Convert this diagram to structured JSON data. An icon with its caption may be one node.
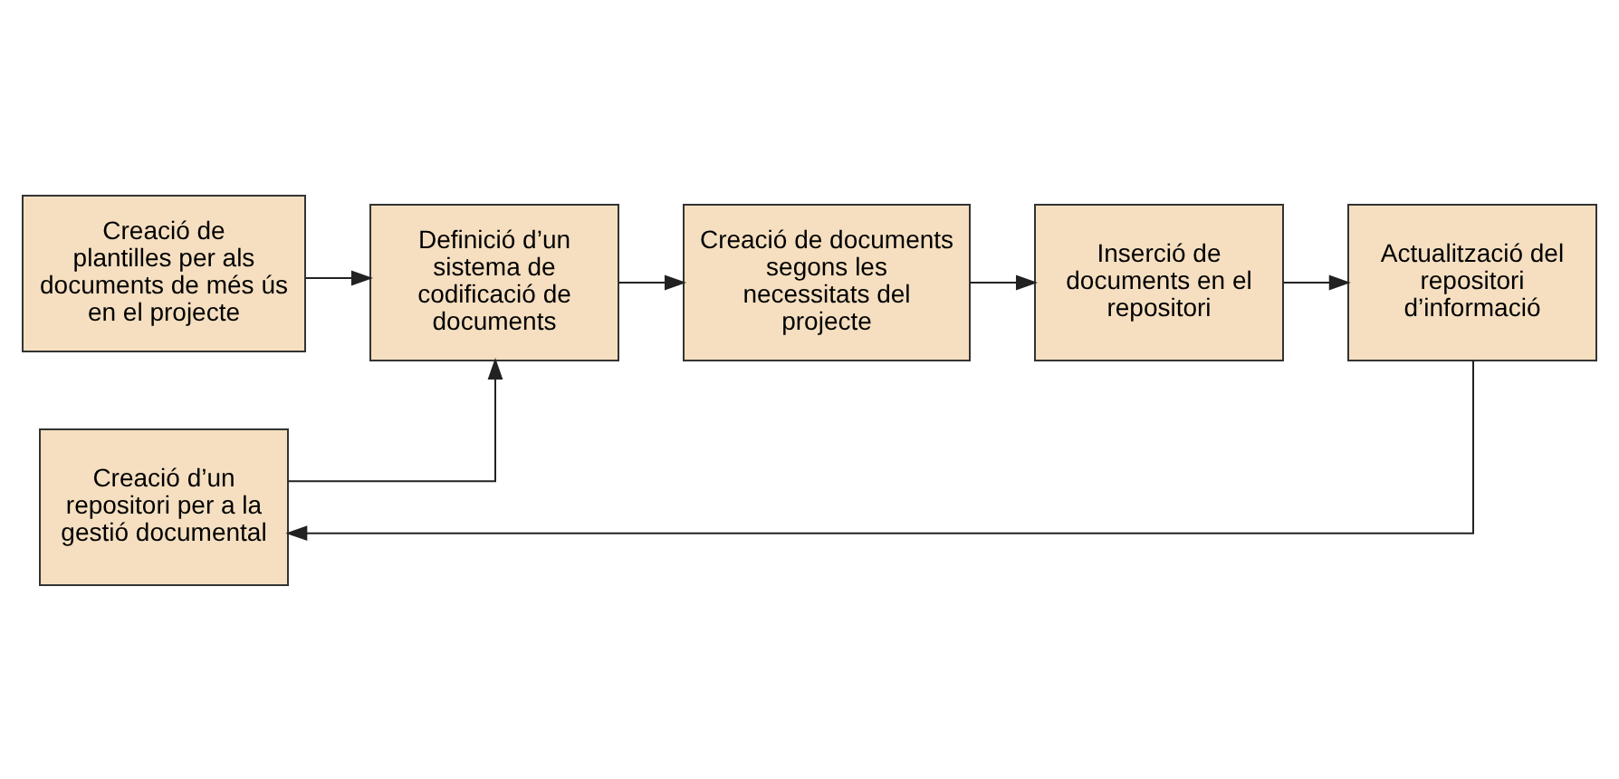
{
  "diagram": {
    "nodes": [
      {
        "text": [
          "Creació de plantilles per als documents de més ús en el projecte"
        ]
      },
      {
        "text": [
          "Creació d’un repositori per a la gestió documental"
        ]
      },
      {
        "text": [
          "Definició d’un sistema de codificació de documents"
        ]
      },
      {
        "text": [
          "Creació de documents segons les necessitats del projecte"
        ]
      },
      {
        "text": [
          "Inserció de documents en el repositori"
        ]
      },
      {
        "text": [
          "Actualització del repositori d’informació"
        ]
      }
    ],
    "edges": [
      {
        "from": 0,
        "to": 2,
        "arrow": "to"
      },
      {
        "from": 1,
        "to": 2,
        "arrow": "to"
      },
      {
        "from": 2,
        "to": 3,
        "arrow": "to"
      },
      {
        "from": 3,
        "to": 4,
        "arrow": "to"
      },
      {
        "from": 4,
        "to": 5,
        "arrow": "to"
      },
      {
        "from": 5,
        "to": 1,
        "arrow": "to"
      }
    ]
  }
}
